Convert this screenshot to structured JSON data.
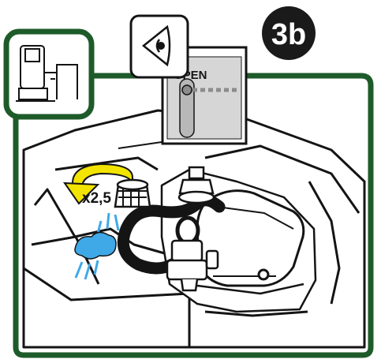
{
  "step": {
    "label": "3b"
  },
  "inspection": {
    "icon": "eye-icon"
  },
  "valve_indicator": {
    "label": "OPEN",
    "icon": "slider-open-indicator-icon"
  },
  "rotation_badge": {
    "label": "x2,5",
    "icon": "rotate-arrow-icon"
  },
  "context_icon": {
    "icon": "pump-installation-icon"
  },
  "colors": {
    "frame_green": "#1e5b2a",
    "arrow_yellow": "#f2e400",
    "water_blue": "#3fa9e8",
    "step_badge": "#1a1a1a",
    "outline": "#141414"
  }
}
